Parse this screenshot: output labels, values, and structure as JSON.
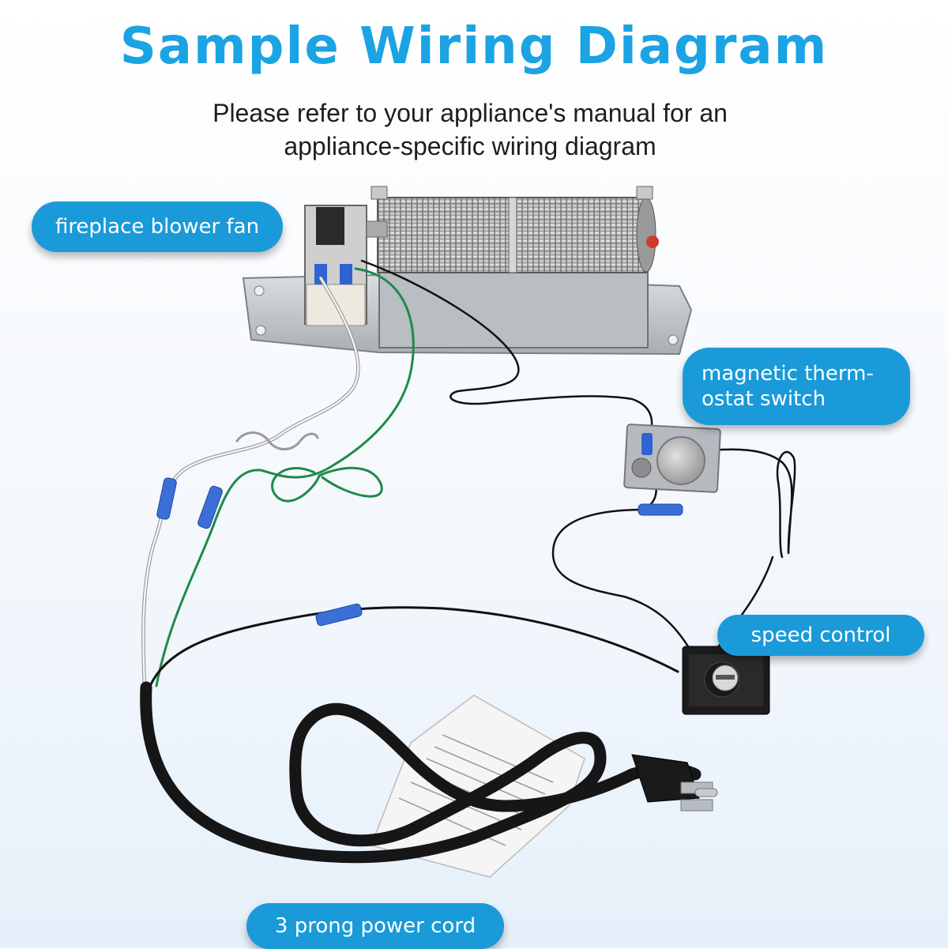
{
  "header": {
    "title": "Sample Wiring Diagram",
    "subtitle_line1": "Please refer to your appliance's manual for an",
    "subtitle_line2": "appliance-specific wiring diagram"
  },
  "labels": {
    "blower_fan": "fireplace blower fan",
    "thermostat_line1": "magnetic therm-",
    "thermostat_line2": "ostat switch",
    "speed_control": "speed control",
    "power_cord": "3 prong power cord"
  },
  "colors": {
    "title": "#1ba3e3",
    "pill": "#1a9ad8",
    "wire_green": "#1f8a4a",
    "wire_white": "#f2f2f2",
    "wire_black": "#111111",
    "connector_blue": "#3a6fd8"
  }
}
